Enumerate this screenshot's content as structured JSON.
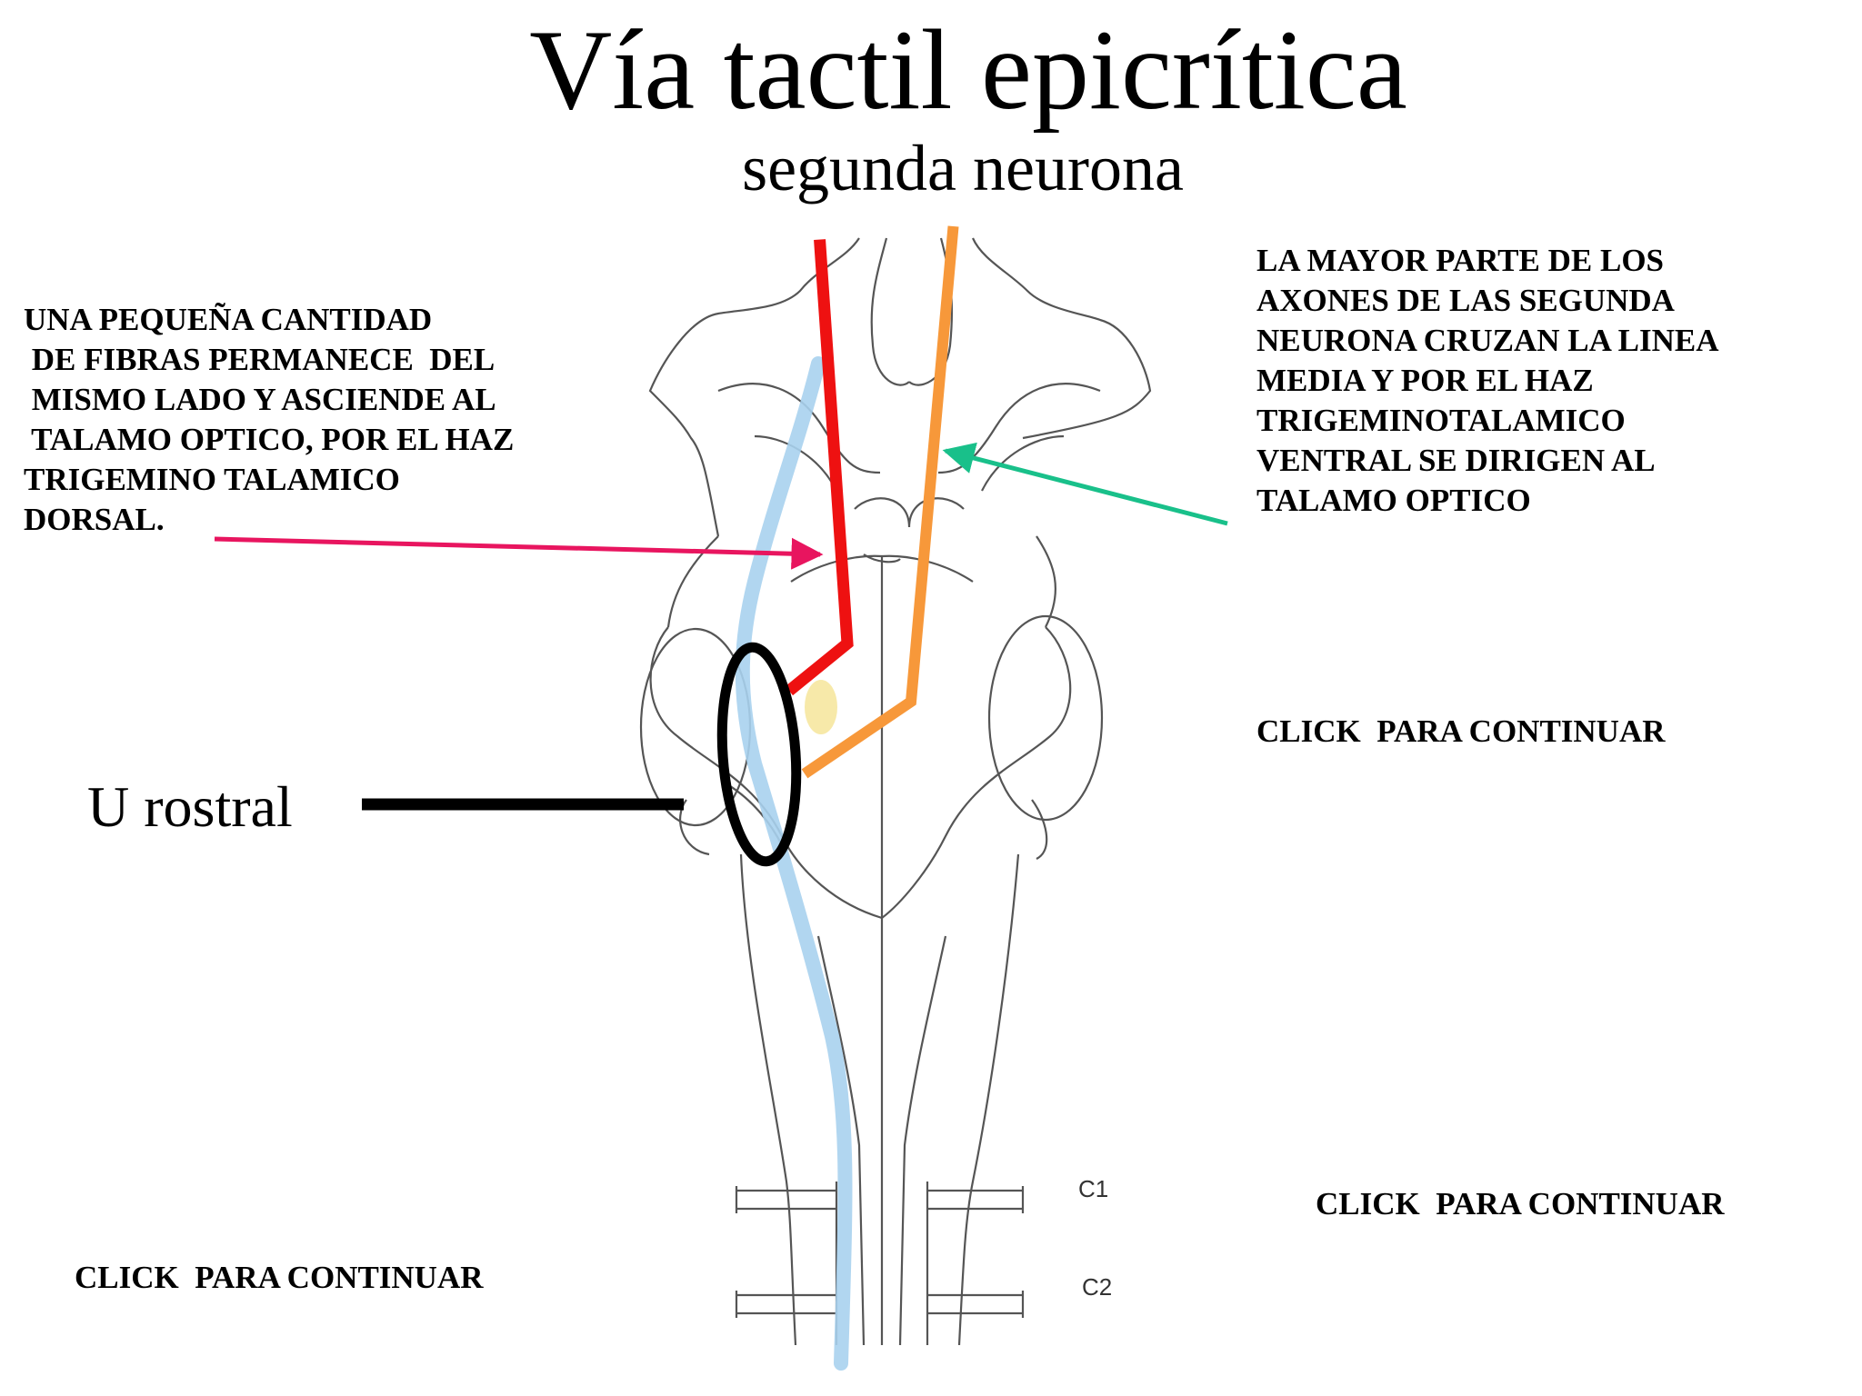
{
  "title": "Vía tactil epicrítica",
  "subtitle": "segunda neurona",
  "note_left": "UNA PEQUEÑA CANTIDAD\n DE FIBRAS PERMANECE  DEL\n MISMO LADO Y ASCIENDE AL\n TALAMO OPTICO, POR EL HAZ\nTRIGEMINO TALAMICO\nDORSAL.",
  "note_right": "LA MAYOR PARTE DE LOS\nAXONES DE LAS SEGUNDA\nNEURONA CRUZAN LA LINEA\nMEDIA Y POR EL HAZ\nTRIGEMINOTALAMICO\nVENTRAL SE DIRIGEN AL\nTALAMO OPTICO",
  "click_buttons": [
    "CLICK  PARA CONTINUAR",
    "CLICK  PARA CONTINUAR",
    "CLICK  PARA CONTINUAR"
  ],
  "u_rostral_label": "U rostral",
  "levels": [
    "C1",
    "C2"
  ],
  "colors": {
    "dorsal_tract": "#ee1111",
    "ventral_tract": "#f7983a",
    "pink_arrow": "#e8155f",
    "green_arrow": "#19c08a",
    "fiber_blue": "#a9d2ee",
    "nucleus_yellow": "#f6e59a"
  }
}
